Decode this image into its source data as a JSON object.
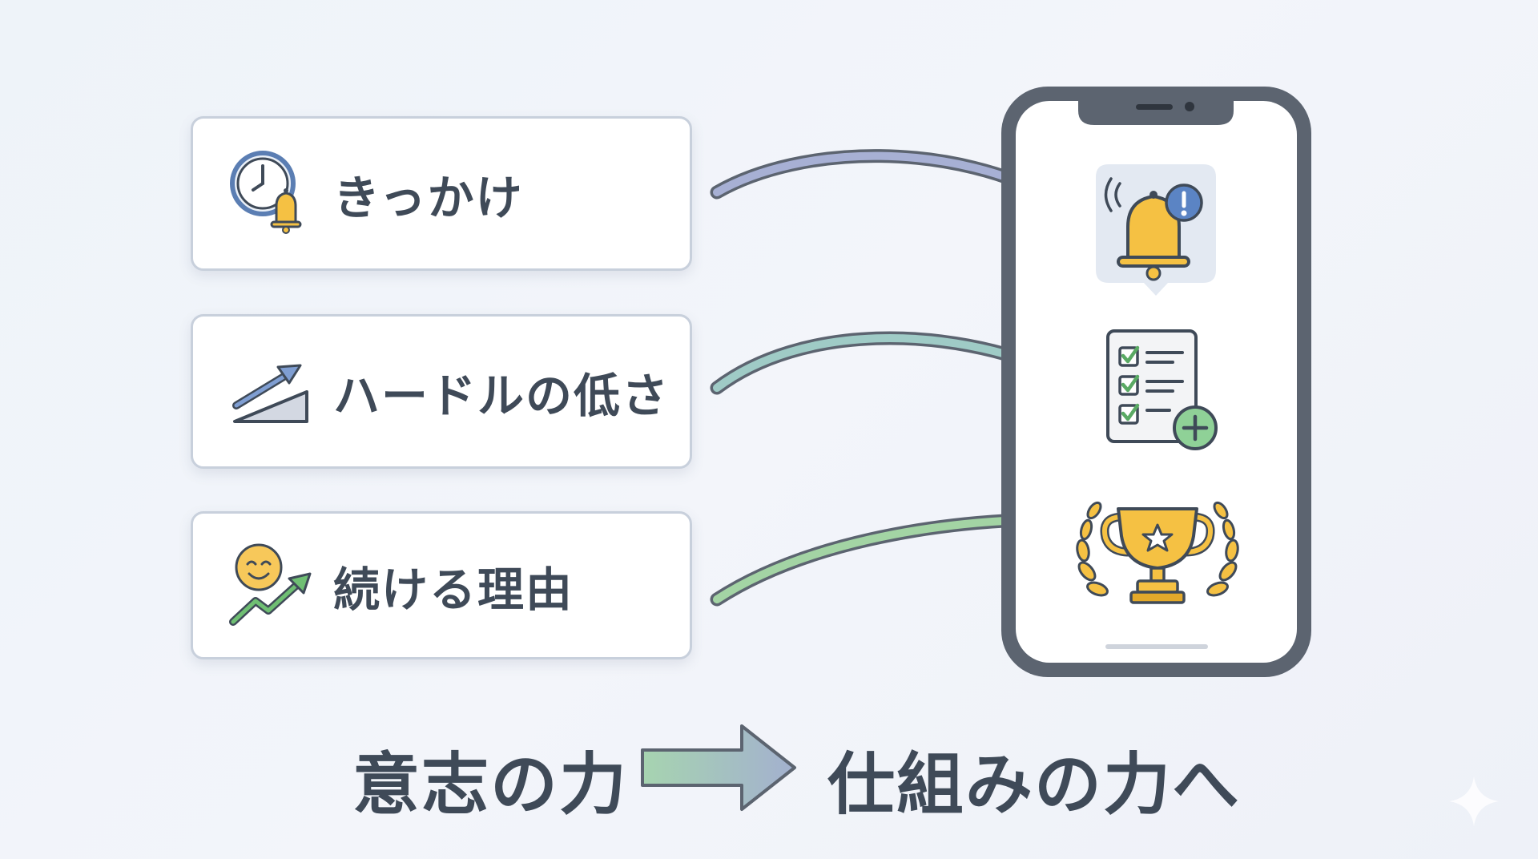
{
  "cards": [
    {
      "label": "きっかけ",
      "icon": "clock-bell-icon"
    },
    {
      "label": "ハードルの低さ",
      "icon": "low-slope-arrow-icon"
    },
    {
      "label": "続ける理由",
      "icon": "smile-growth-icon"
    }
  ],
  "phone_features": [
    {
      "icon": "notification-bell-icon"
    },
    {
      "icon": "checklist-add-icon"
    },
    {
      "icon": "trophy-icon"
    }
  ],
  "footer": {
    "from": "意志の力",
    "to": "仕組みの力へ"
  },
  "colors": {
    "arrow_1": "#a7b0d4",
    "arrow_2": "#9fcbc6",
    "arrow_3": "#a3d4a4",
    "card_border": "#c8d0dc",
    "phone_frame": "#5c6470",
    "text": "#3f4a58"
  }
}
